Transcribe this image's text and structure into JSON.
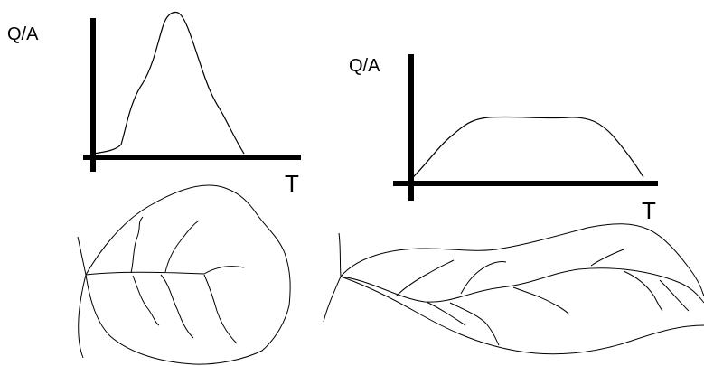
{
  "left_chart": {
    "y_label": "Q/A",
    "x_label": "T"
  },
  "right_chart": {
    "y_label": "Q/A",
    "x_label": "T"
  },
  "colors": {
    "stroke": "#000000",
    "background": "#ffffff"
  }
}
